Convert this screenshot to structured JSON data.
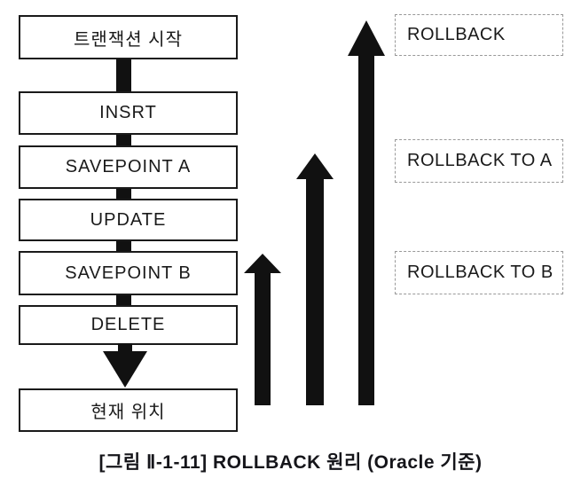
{
  "diagram": {
    "flow_steps": [
      "트랜잭션 시작",
      "INSRT",
      "SAVEPOINT A",
      "UPDATE",
      "SAVEPOINT B",
      "DELETE",
      "현재 위치"
    ],
    "rollback_labels": [
      "ROLLBACK",
      "ROLLBACK TO A",
      "ROLLBACK TO B"
    ],
    "caption": "[그림 Ⅱ-1-11] ROLLBACK 원리 (Oracle 기준)",
    "colors": {
      "box_border": "#1a1a1a",
      "arrow": "#111111",
      "dashed_border": "#999999",
      "text": "#1a1a1a",
      "background": "#ffffff"
    }
  }
}
